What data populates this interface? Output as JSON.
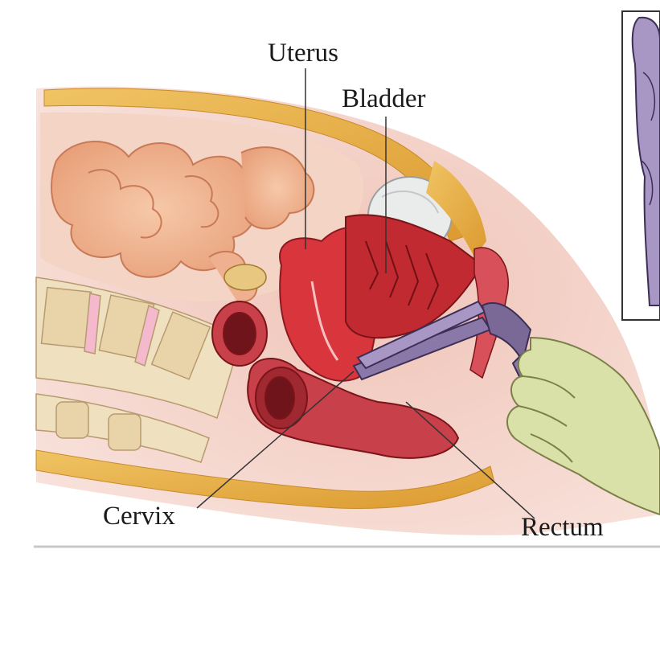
{
  "labels": {
    "uterus": "Uterus",
    "bladder": "Bladder",
    "cervix": "Cervix",
    "rectum": "Rectum"
  },
  "colors": {
    "background": "#ffffff",
    "skin": "#f2cfc5",
    "fat": "#e8b24a",
    "organ_red": "#d8353c",
    "bone": "#efe0c0",
    "disc_pink": "#f4b9cc",
    "speculum": "#8a78a8",
    "glove": "#d9e0a8",
    "leader_line": "#333333"
  },
  "icons": {
    "inset": "speculum-inset-illustration",
    "hand": "gloved-hand-illustration",
    "tool": "speculum-illustration"
  }
}
